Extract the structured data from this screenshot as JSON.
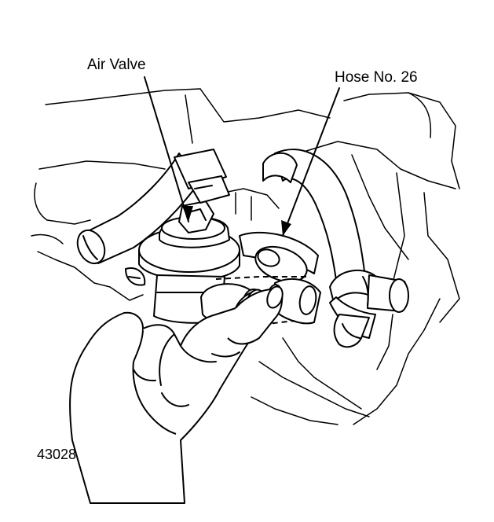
{
  "labels": {
    "air_valve": "Air Valve",
    "hose": "Hose No. 26"
  },
  "figure_number": "43028"
}
